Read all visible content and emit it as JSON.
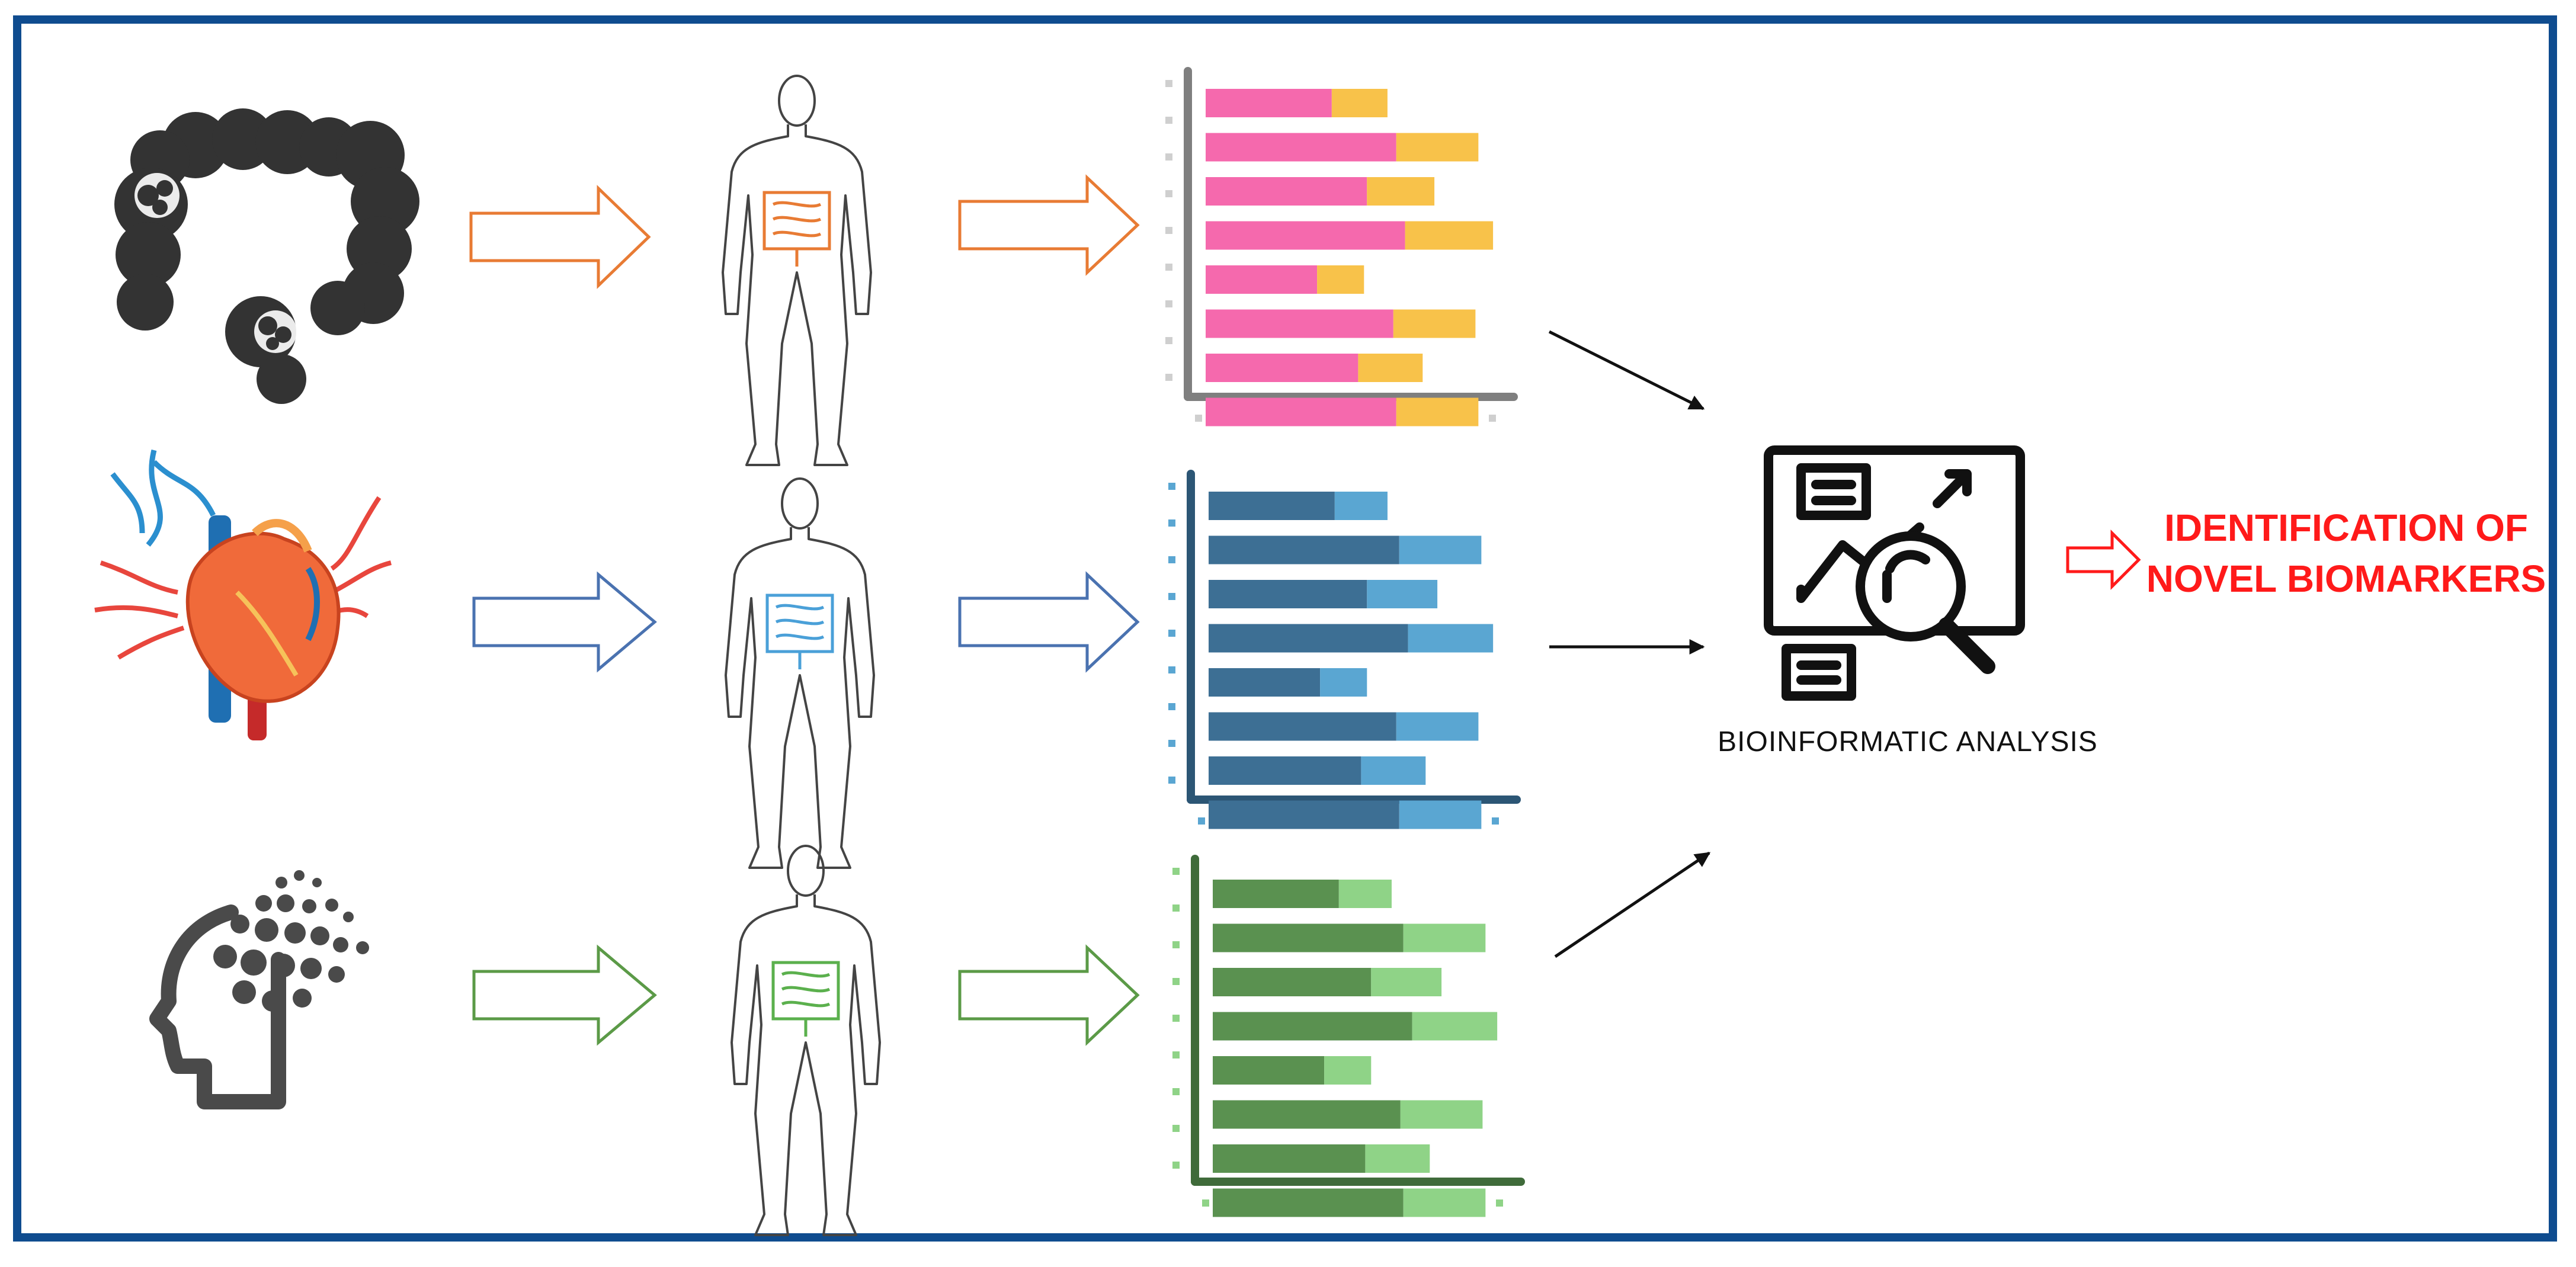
{
  "analysis_label": "BIOINFORMATIC ANALYSIS",
  "outcome": {
    "line1": "IDENTIFICATION OF",
    "line2": "NOVEL BIOMARKERS",
    "color": "#ff1a1a"
  },
  "rows": [
    {
      "name": "colon",
      "accent": "#e87b34",
      "chart_data": {
        "type": "bar",
        "orientation": "horizontal",
        "stacked": true,
        "series": [
          {
            "values": [
              0.43,
              0.65,
              0.55,
              0.68,
              0.38,
              0.64,
              0.52,
              0.65
            ],
            "color": "#f569ad"
          },
          {
            "values": [
              0.19,
              0.28,
              0.23,
              0.3,
              0.16,
              0.28,
              0.22,
              0.28
            ],
            "color": "#f8c24a"
          }
        ],
        "axis_color": "#7f7f7f",
        "tick_color": "#cfcfcf"
      }
    },
    {
      "name": "heart",
      "accent": "#4a72b0",
      "chart_data": {
        "type": "bar",
        "orientation": "horizontal",
        "stacked": true,
        "series": [
          {
            "values": [
              0.43,
              0.65,
              0.54,
              0.68,
              0.38,
              0.64,
              0.52,
              0.65
            ],
            "color": "#3d6f94"
          },
          {
            "values": [
              0.18,
              0.28,
              0.24,
              0.29,
              0.16,
              0.28,
              0.22,
              0.28
            ],
            "color": "#5aa6d2"
          }
        ],
        "axis_color": "#2c5675",
        "tick_color": "#5aa6d2"
      }
    },
    {
      "name": "brain",
      "accent": "#5b9a47",
      "chart_data": {
        "type": "bar",
        "orientation": "horizontal",
        "stacked": true,
        "series": [
          {
            "values": [
              0.43,
              0.65,
              0.54,
              0.68,
              0.38,
              0.64,
              0.52,
              0.65
            ],
            "color": "#5a9150"
          },
          {
            "values": [
              0.18,
              0.28,
              0.24,
              0.29,
              0.16,
              0.28,
              0.22,
              0.28
            ],
            "color": "#8fd387"
          }
        ],
        "axis_color": "#3f6b3a",
        "tick_color": "#8fd387"
      }
    }
  ]
}
